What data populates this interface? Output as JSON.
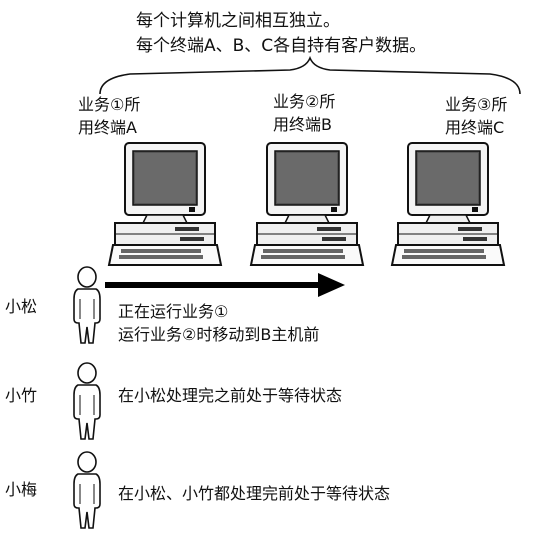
{
  "header": {
    "line1": "每个计算机之间相互独立。",
    "line2": "每个终端A、B、C各自持有客户数据。"
  },
  "terminals": [
    {
      "line1": "业务①所",
      "line2": "用终端A"
    },
    {
      "line1": "业务②所",
      "line2": "用终端B"
    },
    {
      "line1": "业务③所",
      "line2": "用终端C"
    }
  ],
  "people": [
    {
      "name": "小松",
      "desc1": "正在运行业务①",
      "desc2": "运行业务②时移动到B主机前"
    },
    {
      "name": "小竹",
      "desc1": "在小松处理完之前处于等待状态"
    },
    {
      "name": "小梅",
      "desc1": "在小松、小竹都处理完前处于等待状态"
    }
  ]
}
